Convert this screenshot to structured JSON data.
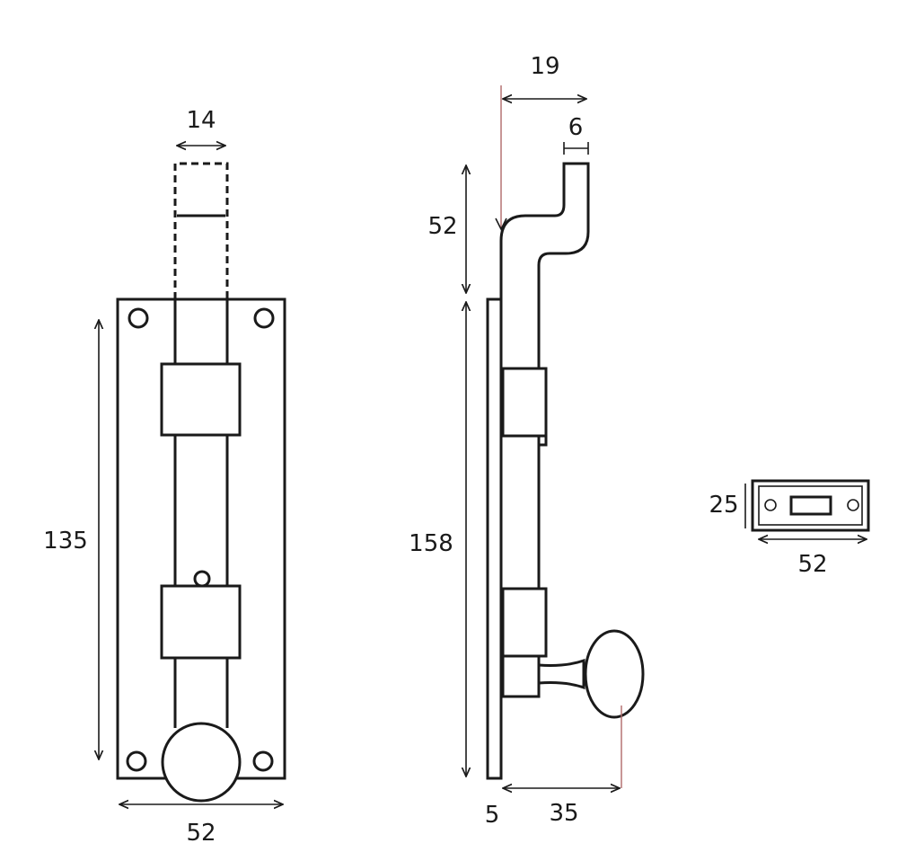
{
  "front_view": {
    "dim_bolt_width": "14",
    "dim_height": "135",
    "dim_width": "52"
  },
  "side_view": {
    "dim_projection": "19",
    "dim_bolt_thickness": "6",
    "dim_throw": "52",
    "dim_height": "158",
    "dim_plate_thickness": "5",
    "dim_knob_projection": "35"
  },
  "keeper": {
    "dim_height": "25",
    "dim_width": "52"
  }
}
